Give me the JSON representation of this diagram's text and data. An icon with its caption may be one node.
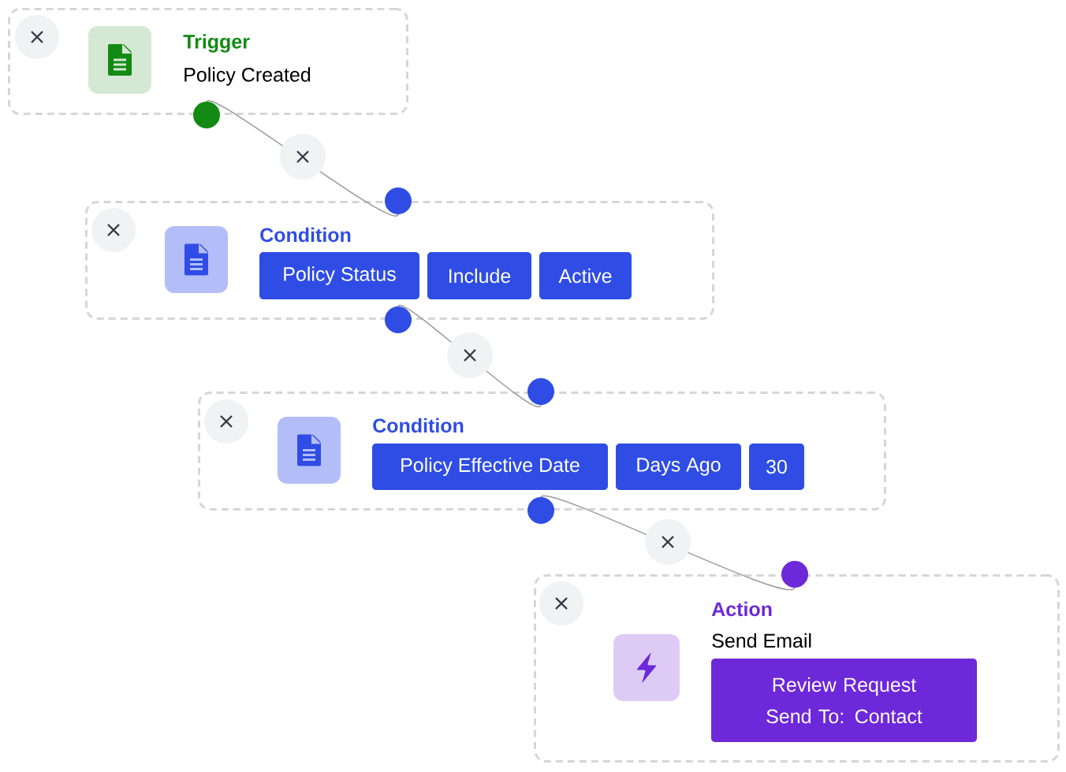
{
  "diagram": {
    "nodes": [
      {
        "text": [
          "Trigger",
          "Policy Created"
        ]
      },
      {
        "text": [
          "Condition"
        ]
      },
      {
        "text": [
          "Policy Status"
        ],
        "in": 1
      },
      {
        "text": [
          "Include"
        ],
        "in": 1
      },
      {
        "text": [
          "Active"
        ],
        "in": 1
      },
      {
        "text": [
          "Condition"
        ]
      },
      {
        "text": [
          "Policy Effective Date"
        ],
        "in": 5
      },
      {
        "text": [
          "Days Ago"
        ],
        "in": 5
      },
      {
        "text": [
          "30"
        ],
        "in": 5
      },
      {
        "text": [
          "Action",
          "Send Email"
        ]
      },
      {
        "text": [
          "Review Request Send To: Contact"
        ],
        "in": 9
      }
    ],
    "edges": [
      {
        "from": 0,
        "to": 1,
        "arrow": "other"
      },
      {
        "from": 1,
        "to": 5,
        "arrow": "other"
      },
      {
        "from": 5,
        "to": 9,
        "arrow": "other"
      }
    ]
  }
}
